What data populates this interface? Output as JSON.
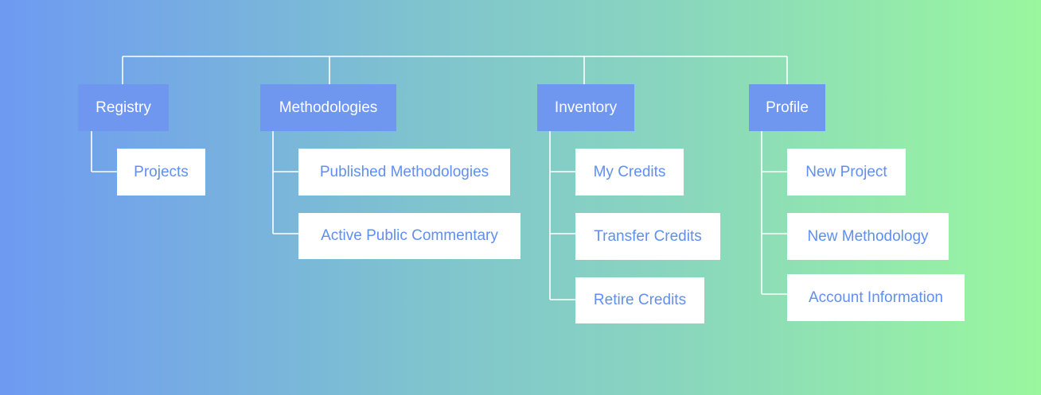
{
  "sitemap": {
    "registry": {
      "label": "Registry",
      "children": [
        "Projects"
      ]
    },
    "methodologies": {
      "label": "Methodologies",
      "children": [
        "Published Methodologies",
        "Active Public Commentary"
      ]
    },
    "inventory": {
      "label": "Inventory",
      "children": [
        "My Credits",
        "Transfer Credits",
        "Retire Credits"
      ]
    },
    "profile": {
      "label": "Profile",
      "children": [
        "New Project",
        "New Methodology",
        "Account Information"
      ]
    }
  },
  "colors": {
    "header_fill": "#6f97f0",
    "child_text": "#5f8ff0",
    "gradient_start": "#6e9af2",
    "gradient_end": "#9af79e",
    "connector": "#ffffff"
  }
}
